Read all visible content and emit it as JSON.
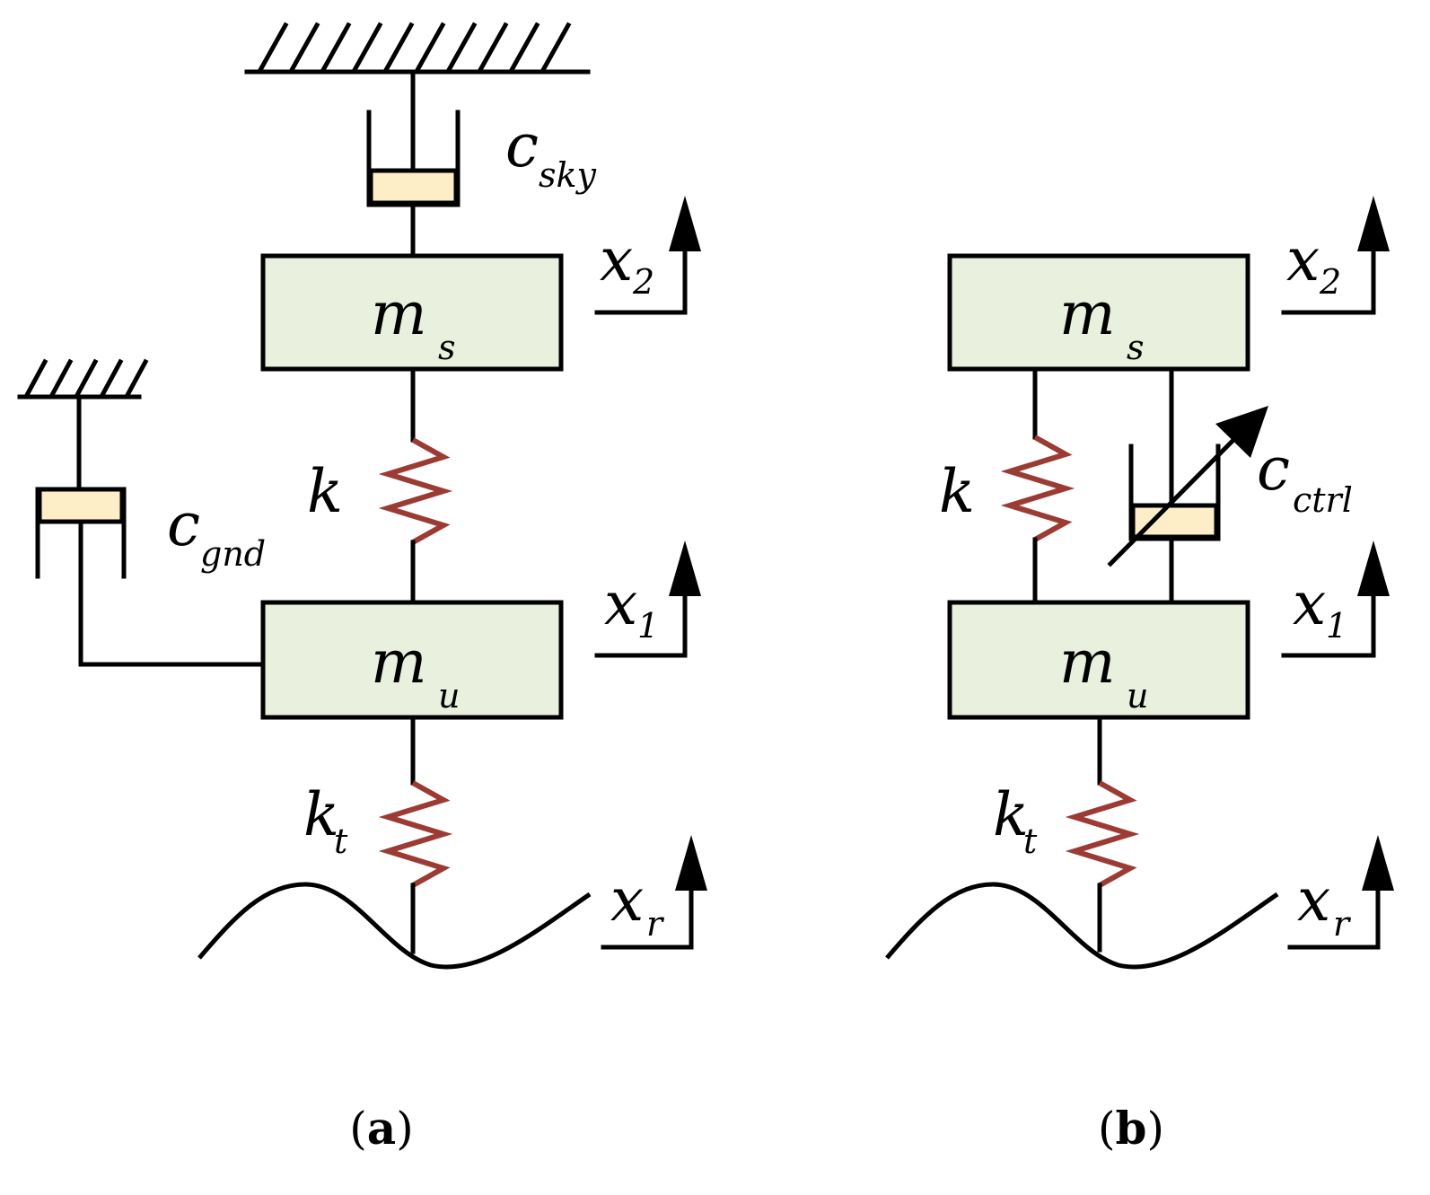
{
  "panel_a": {
    "caption_open": "(",
    "caption_letter": "a",
    "caption_close": ")",
    "sprung_mass": {
      "symbol": "m",
      "subscript": "s"
    },
    "unsprung_mass": {
      "symbol": "m",
      "subscript": "u"
    },
    "sky_damper": {
      "symbol": "c",
      "subscript": "sky"
    },
    "ground_damper": {
      "symbol": "c",
      "subscript": "gnd"
    },
    "suspension_spring": {
      "symbol": "k"
    },
    "tire_spring": {
      "symbol": "k",
      "subscript": "t"
    },
    "disp_sprung": {
      "symbol": "x",
      "subscript": "2"
    },
    "disp_unsprung": {
      "symbol": "x",
      "subscript": "1"
    },
    "disp_road": {
      "symbol": "x",
      "subscript": "r"
    }
  },
  "panel_b": {
    "caption_open": "(",
    "caption_letter": "b",
    "caption_close": ")",
    "sprung_mass": {
      "symbol": "m",
      "subscript": "s"
    },
    "unsprung_mass": {
      "symbol": "m",
      "subscript": "u"
    },
    "controllable_damper": {
      "symbol": "c",
      "subscript": "ctrl"
    },
    "suspension_spring": {
      "symbol": "k"
    },
    "tire_spring": {
      "symbol": "k",
      "subscript": "t"
    },
    "disp_sprung": {
      "symbol": "x",
      "subscript": "2"
    },
    "disp_unsprung": {
      "symbol": "x",
      "subscript": "1"
    },
    "disp_road": {
      "symbol": "x",
      "subscript": "r"
    }
  },
  "colors": {
    "mass_fill": "#e9f0dd",
    "piston_fill": "#fdeec8",
    "spring_stroke": "#9c3b34",
    "line": "#000000"
  }
}
